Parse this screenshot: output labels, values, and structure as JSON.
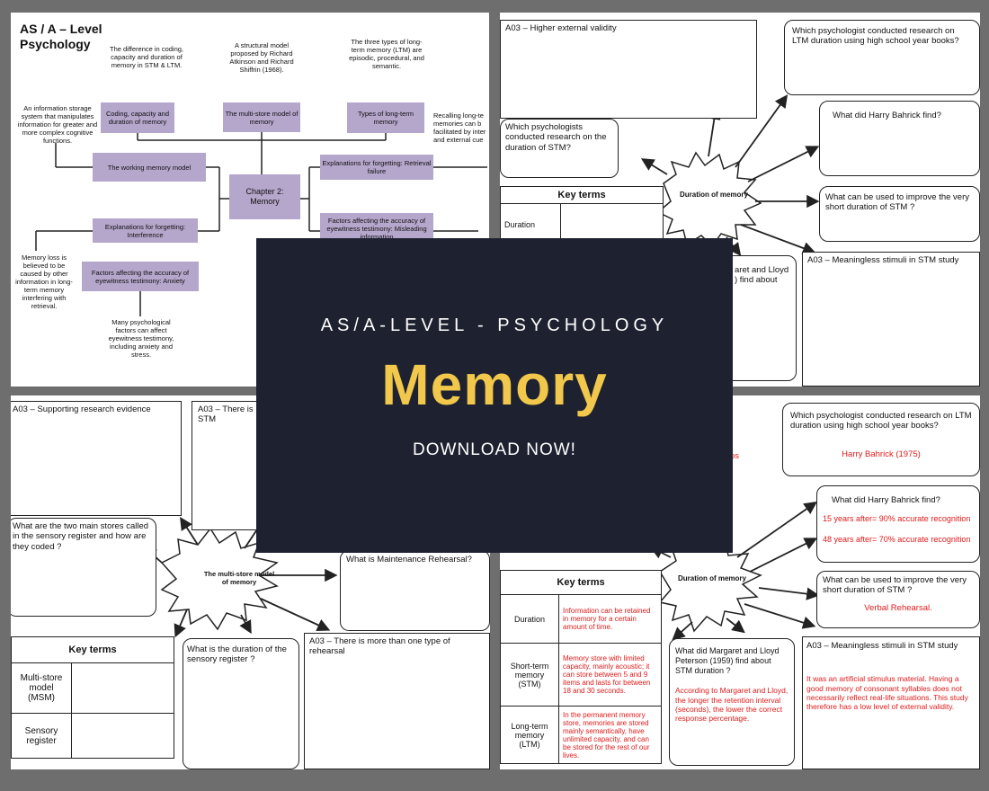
{
  "overlay": {
    "subtitle": "AS/A-LEVEL - PSYCHOLOGY",
    "title": "Memory",
    "cta": "DOWNLOAD NOW!",
    "title_color": "#f1c84b",
    "background": "#1e2230"
  },
  "sheet_mindmap": {
    "heading": "AS / A – Level Psychology",
    "center": "Chapter 2: Memory",
    "boxes": {
      "coding": "Coding, capacity and duration of memory",
      "msm": "The multi-store model of memory",
      "ltm_types": "Types of long-term memory",
      "wmm": "The working memory model",
      "retrieval": "Explanations for forgetting: Retrieval failure",
      "interference": "Explanations for forgetting: Interference",
      "eyewitness_misleading": "Factors affecting the accuracy of eyewitness testimony: Misleading information",
      "eyewitness_anxiety": "Factors affecting the accuracy of eyewitness testimony: Anxiety"
    },
    "notes": {
      "coding": "The difference in coding, capacity and duration of memory in STM & LTM.",
      "msm": "A structural model proposed by Richard Atkinson and Richard Shiffrin (1968).",
      "ltm_types": "The three types of long-term memory (LTM) are episodic, procedural, and semantic.",
      "wmm": "An information storage system that manipulates information for greater and more complex cognitive functions.",
      "retrieval": "Recalling long-te memories can b facilitated by inter and external cue",
      "interference": "Memory loss is believed to be caused by other information in long-term memory interfering with retrieval.",
      "anxiety": "Many psychological factors can affect eyewitness testimony, including anxiety and stress."
    }
  },
  "sheet_duration_blank": {
    "star": "Duration of memory",
    "boxes": {
      "external_validity": "A03 – Higher external validity",
      "q_ltm": "Which psychologist conducted research on LTM duration using high school year books?",
      "q_bahrick": "What did Harry Bahrick find?",
      "q_stm": "Which psychologists conducted research on the duration of STM?",
      "q_improve": "What can be used to improve the very short duration of STM ?",
      "meaningless": "A03 – Meaningless stimuli in STM study",
      "q_peterson": "aret and Lloyd ) find about"
    },
    "key_terms": {
      "header": "Key terms",
      "rows": [
        "Duration"
      ]
    }
  },
  "sheet_msm_blank": {
    "star": "The multi-store model of memory",
    "boxes": {
      "supporting": "A03 – Supporting research evidence",
      "stm_partial": "A03 – There is STM",
      "sensory": "What are the two main stores called in the sensory register and how are they coded ?",
      "maintenance": "What is Maintenance Rehearsal?",
      "duration_sr": "What is the duration of the sensory register ?",
      "rehearsal": "A03 – There is more than one type of rehearsal"
    },
    "key_terms": {
      "header": "Key terms",
      "rows": [
        "Multi-store model (MSM)",
        "Sensory register"
      ]
    }
  },
  "sheet_duration_filled": {
    "star": "Duration of memory",
    "fragments": [
      ")",
      "os"
    ],
    "boxes": {
      "q_ltm": "Which psychologist conducted research on LTM duration using high school year books?",
      "a_ltm": "Harry Bahrick (1975)",
      "q_bahrick": "What did Harry Bahrick find?",
      "a_bahrick_1": "15 years after= 90% accurate recognition",
      "a_bahrick_2": "48 years after= 70% accurate recognition",
      "q_improve": "What can be used to improve the very short duration of STM ?",
      "a_improve": "Verbal Rehearsal.",
      "q_peterson": "What did Margaret and Lloyd Peterson (1959) find about STM duration ?",
      "a_peterson": "According to Margaret and Lloyd, the longer the retention interval (seconds), the lower the correct response percentage.",
      "meaningless": "A03 – Meaningless stimuli in STM study",
      "a_meaningless": "It was an artificial stimulus material. Having a good memory of consonant syllables does not necessarily reflect real-life situations. This study therefore has a low level of external validity."
    },
    "key_terms": {
      "header": "Key terms",
      "rows": [
        {
          "term": "Duration",
          "def": "Information can be retained in memory for a certain amount of time."
        },
        {
          "term": "Short-term memory (STM)",
          "def": "Memory store with limited capacity, mainly acoustic; it can store between 5 and 9 items and lasts for between 18 and 30 seconds."
        },
        {
          "term": "Long-term memory (LTM)",
          "def": "In the permanent memory store, memories are stored mainly semantically, have unlimited capacity, and can be stored for the rest of our lives."
        }
      ]
    }
  }
}
